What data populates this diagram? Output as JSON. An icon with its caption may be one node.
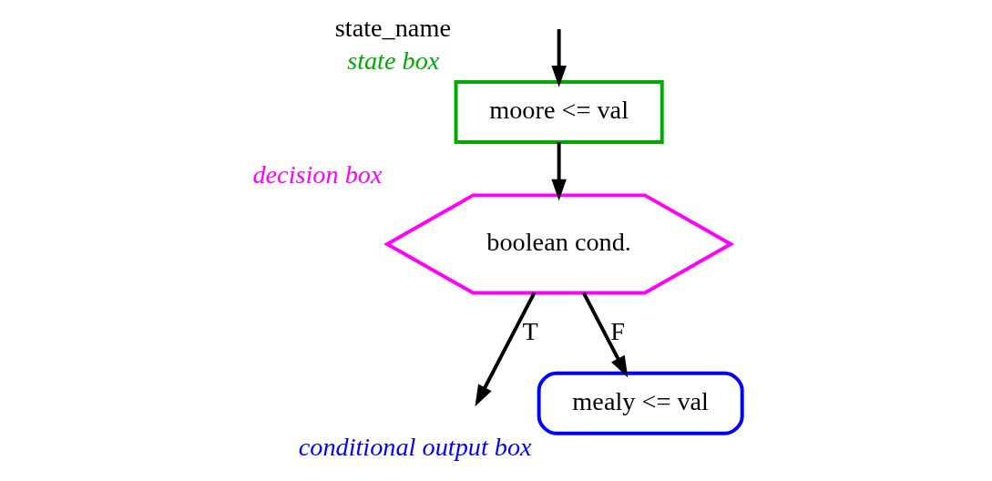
{
  "diagram": {
    "nodes": [
      {
        "text": [
          "moore <= val"
        ],
        "beside": [
          "state_name",
          "state box"
        ]
      },
      {
        "text": [
          "boolean cond."
        ],
        "beside": [
          "decision box"
        ]
      },
      {
        "text": [
          "mealy <= val"
        ],
        "beside": [
          "conditional output box"
        ]
      }
    ],
    "edges": [
      {
        "from": null,
        "to": 0,
        "arrow": "to"
      },
      {
        "from": 0,
        "to": 1,
        "arrow": "to"
      },
      {
        "from": 1,
        "to": null,
        "arrow": "to",
        "label": "T"
      },
      {
        "from": 1,
        "to": 2,
        "arrow": "to",
        "label": "F"
      }
    ]
  }
}
